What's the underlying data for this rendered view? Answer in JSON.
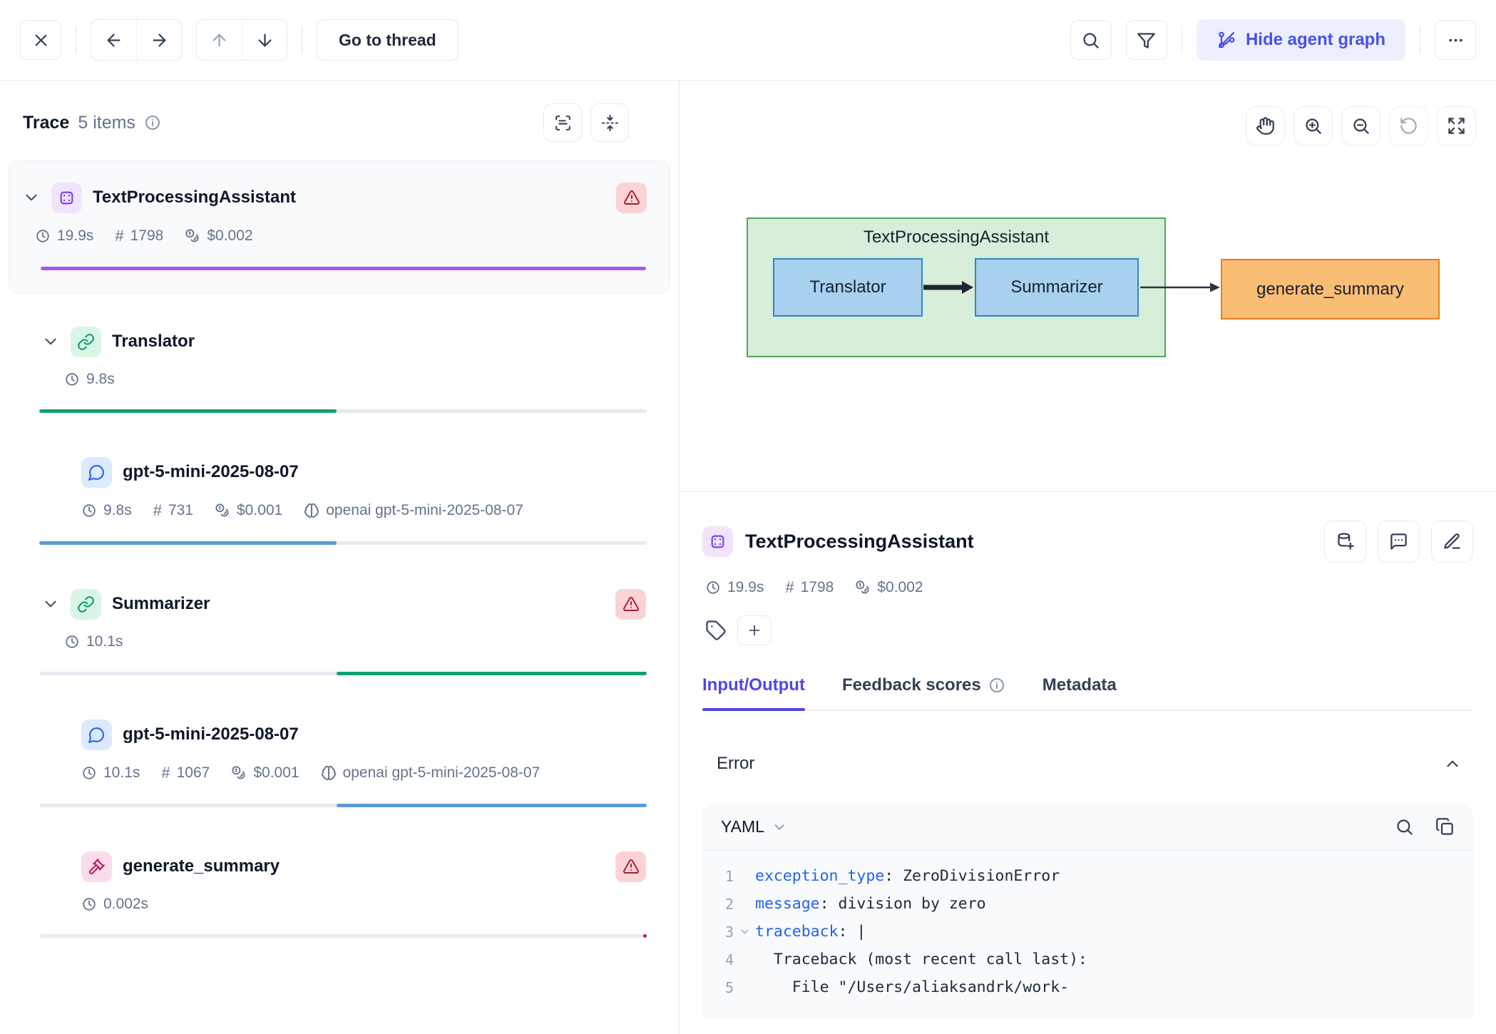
{
  "topbar": {
    "go_to_thread_label": "Go to thread",
    "hide_agent_graph_label": "Hide agent graph",
    "accent_color": "#4b50e6"
  },
  "trace_panel": {
    "title": "Trace",
    "items_count": "5 items",
    "rows": [
      {
        "title": "TextProcessingAssistant",
        "type": "agent",
        "duration": "19.9s",
        "tokens": "1798",
        "cost": "$0.002",
        "has_error": true,
        "bar": {
          "left": "0%",
          "width": "100%",
          "color": "#a855f7"
        }
      },
      {
        "title": "Translator",
        "type": "chain",
        "duration": "9.8s",
        "bar": {
          "left": "0%",
          "width": "49%",
          "color": "#11a36d"
        }
      },
      {
        "title": "gpt-5-mini-2025-08-07",
        "type": "llm",
        "duration": "9.8s",
        "tokens": "731",
        "cost": "$0.001",
        "model": "openai gpt-5-mini-2025-08-07",
        "bar": {
          "left": "0%",
          "width": "49%",
          "color": "#5b9bd5"
        }
      },
      {
        "title": "Summarizer",
        "type": "chain",
        "duration": "10.1s",
        "has_error": true,
        "bar": {
          "left": "49%",
          "width": "51%",
          "color": "#11a36d"
        }
      },
      {
        "title": "gpt-5-mini-2025-08-07",
        "type": "llm",
        "duration": "10.1s",
        "tokens": "1067",
        "cost": "$0.001",
        "model": "openai gpt-5-mini-2025-08-07",
        "bar": {
          "left": "49%",
          "width": "51%",
          "color": "#5b9bd5"
        }
      },
      {
        "title": "generate_summary",
        "type": "tool",
        "duration": "0.002s",
        "has_error": true,
        "bar": {
          "left": "99.4%",
          "width": "0.6%",
          "color": "#be185d"
        }
      }
    ]
  },
  "graph": {
    "container": {
      "label": "TextProcessingAssistant",
      "fill": "#d7eeda",
      "border": "#57a05c"
    },
    "nodes": [
      {
        "label": "Translator",
        "fill": "#a8d1f0",
        "border": "#2f86c1"
      },
      {
        "label": "Summarizer",
        "fill": "#a8d1f0",
        "border": "#2f86c1"
      },
      {
        "label": "generate_summary",
        "fill": "#fabd74",
        "border": "#e67e22"
      }
    ]
  },
  "detail": {
    "title": "TextProcessingAssistant",
    "duration": "19.9s",
    "tokens": "1798",
    "cost": "$0.002",
    "tabs": [
      {
        "label": "Input/Output"
      },
      {
        "label": "Feedback scores"
      },
      {
        "label": "Metadata"
      }
    ],
    "error_section_label": "Error",
    "code": {
      "language": "YAML",
      "lines": [
        {
          "num": "1",
          "key": "exception_type",
          "rest": ": ZeroDivisionError"
        },
        {
          "num": "2",
          "key": "message",
          "rest": ": division by zero"
        },
        {
          "num": "3",
          "key": "traceback",
          "rest": ": |"
        },
        {
          "num": "4",
          "key": "",
          "rest": "  Traceback (most recent call last):"
        },
        {
          "num": "5",
          "key": "",
          "rest": "    File \"/Users/aliaksandrk/work-"
        }
      ]
    }
  }
}
